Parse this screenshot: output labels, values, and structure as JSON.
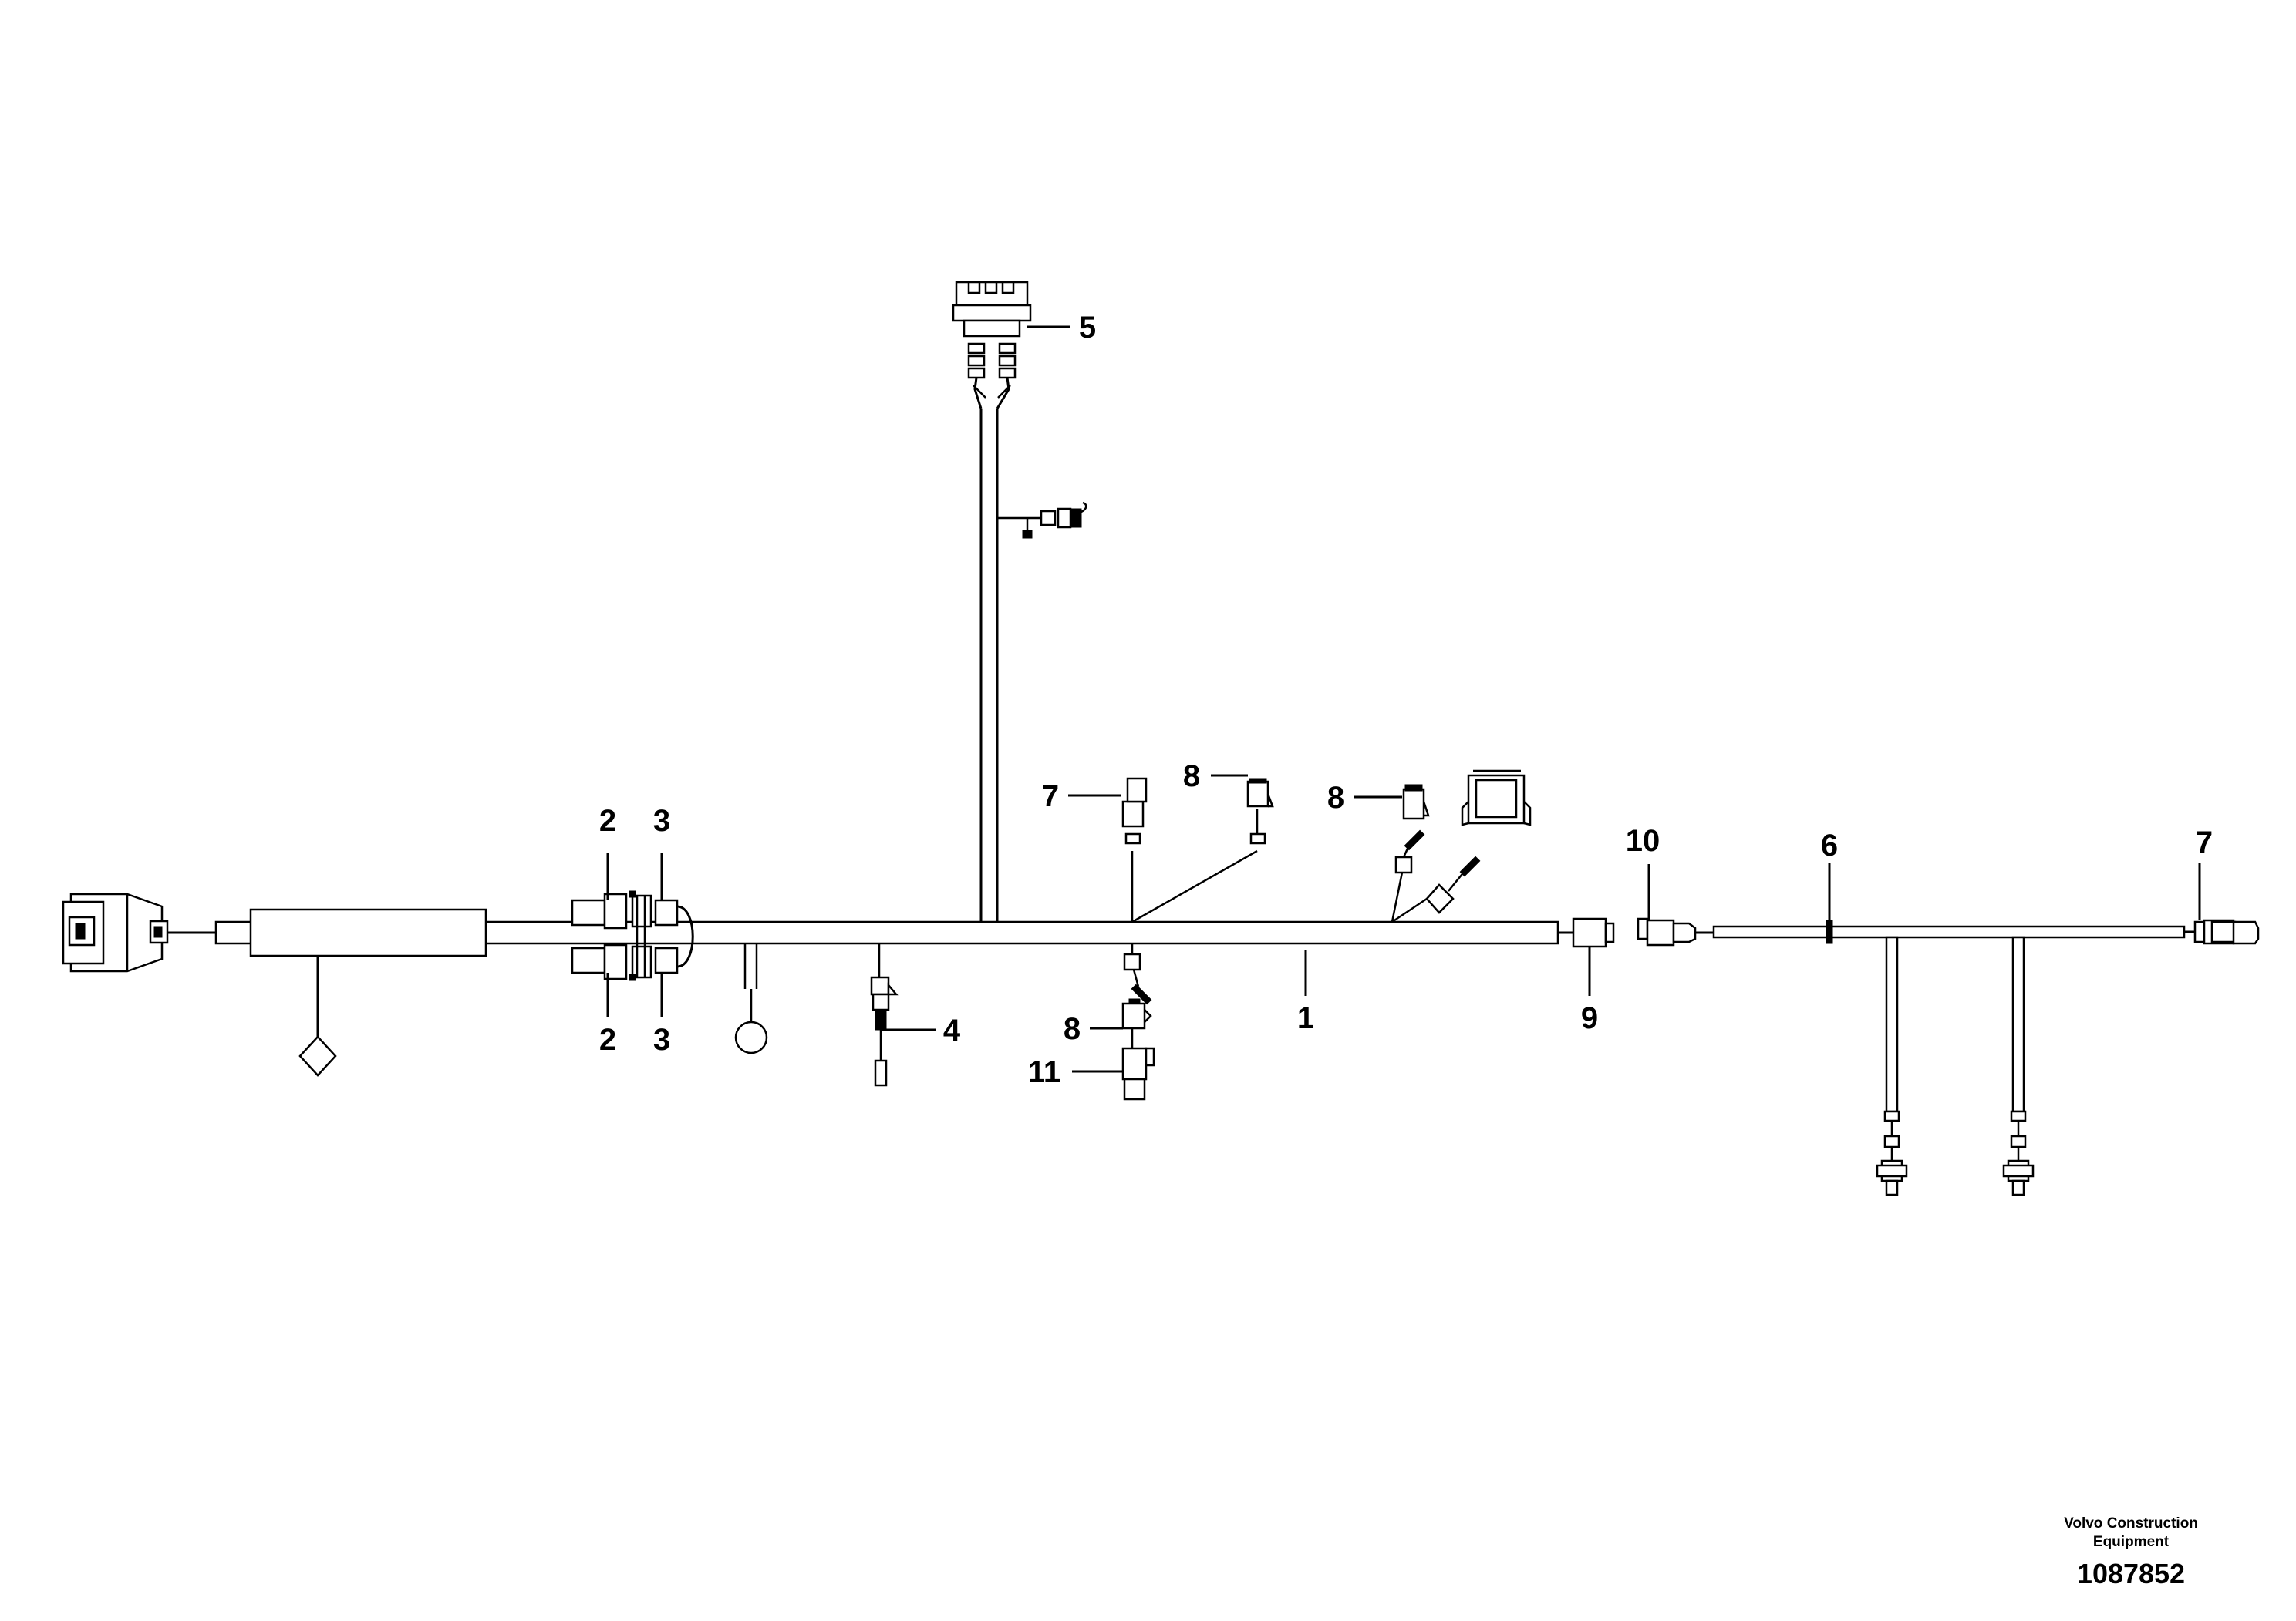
{
  "callouts": {
    "n1": "1",
    "n2": "2",
    "n3": "3",
    "n4": "4",
    "n5": "5",
    "n6": "6",
    "n7": "7",
    "n8": "8",
    "n9": "9",
    "n10": "10",
    "n11": "11"
  },
  "footer": {
    "company": "Volvo Construction\nEquipment",
    "drawing_number": "1087852"
  }
}
